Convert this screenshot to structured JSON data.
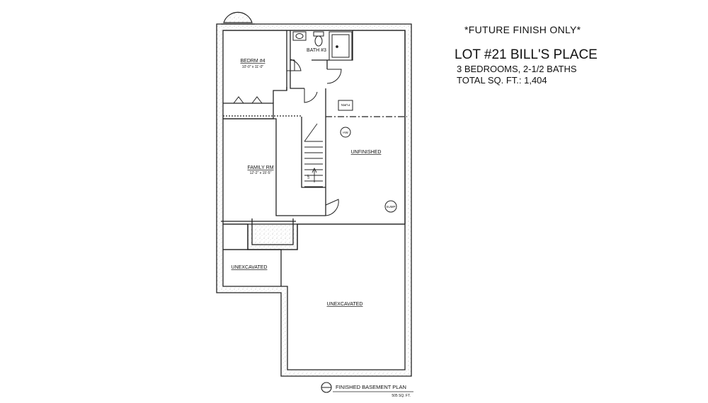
{
  "header": {
    "note": "*FUTURE FINISH ONLY*",
    "lot_title": "LOT #21 BILL'S PLACE",
    "bedrooms_baths": "3 BEDROOMS, 2-1/2 BATHS",
    "total_sqft": "TOTAL SQ. FT.: 1,404"
  },
  "rooms": {
    "bedroom_name": "BEDRM #4",
    "bedroom_dims": "10'-0\" x 11'-0\"",
    "bath_name": "BATH #3",
    "family_name": "FAMILY RM",
    "family_dims": "12'-2\" x 15'-5\"",
    "unfinished_name": "UNFINISHED",
    "unexcavated_left": "UNEXCAVATED",
    "unexcavated_main": "UNEXCAVATED"
  },
  "equipment": {
    "furnace": "FURN",
    "water_heater": "HW",
    "sump": "SUMP",
    "stair_up": "UP"
  },
  "footer": {
    "plan_title": "FINISHED BASEMENT PLAN",
    "plan_sqft": "505 SQ. FT."
  }
}
